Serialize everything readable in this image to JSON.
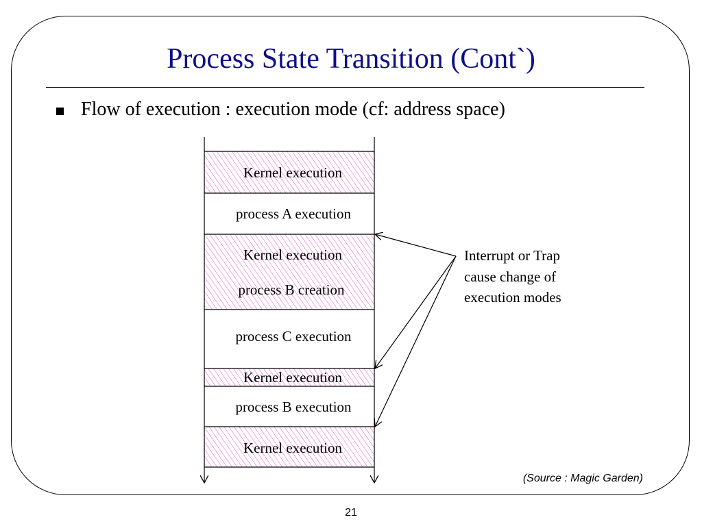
{
  "slide": {
    "title": "Process State Transition (Cont`)",
    "bullet": "Flow of execution : execution mode (cf: address space)",
    "source": "(Source : Magic Garden)",
    "page_number": "21"
  },
  "diagram": {
    "blocks": [
      {
        "label": "Kernel execution",
        "mode": "kernel"
      },
      {
        "label": "process A execution",
        "mode": "user"
      },
      {
        "label": "Kernel execution",
        "mode": "kernel"
      },
      {
        "label": "process B creation",
        "mode": "kernel"
      },
      {
        "label": "process C execution",
        "mode": "user"
      },
      {
        "label": "Kernel execution",
        "mode": "kernel"
      },
      {
        "label": "process B execution",
        "mode": "user"
      },
      {
        "label": "Kernel execution",
        "mode": "kernel"
      }
    ],
    "annotation": [
      "Interrupt or Trap",
      "cause change of",
      "execution modes"
    ],
    "colors": {
      "kernel_hatch": "#e055c8",
      "outline": "#000000",
      "title": "#0f0f8a"
    }
  }
}
